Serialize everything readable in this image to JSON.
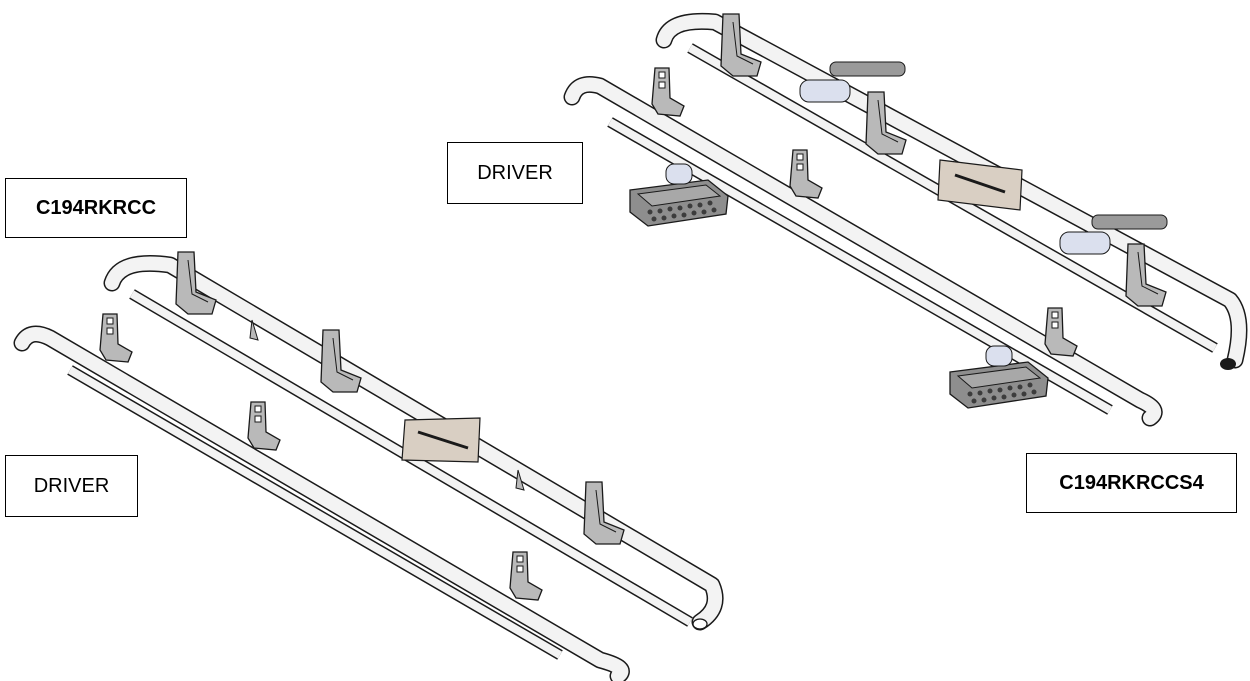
{
  "labels": {
    "part_left": "C194RKRCC",
    "part_right": "C194RKRCCS4",
    "driver_left": "DRIVER",
    "driver_right": "DRIVER"
  },
  "colors": {
    "tube": "#f3f3f3",
    "outline": "#1a1a1a",
    "bracket": "#b9b9b9",
    "logo_plate": "#d9cfc3",
    "step_pad": "#8e8e8e",
    "step_roller": "#dbe0ee"
  },
  "icons": [
    "rock-slider-drawing",
    "mounting-bracket",
    "logo-plate",
    "step-pad"
  ]
}
